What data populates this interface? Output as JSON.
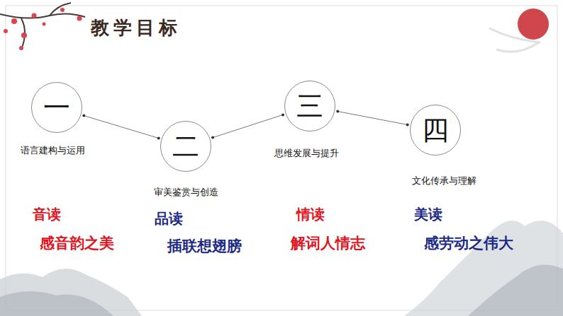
{
  "diagram": {
    "title": "教学目标",
    "nodes": [
      {
        "text": [
          "一",
          "语言建构与运用"
        ]
      },
      {
        "text": [
          "二",
          "审美鉴赏与创造"
        ]
      },
      {
        "text": [
          "三",
          "思维发展与提升"
        ]
      },
      {
        "text": [
          "四",
          "文化传承与理解"
        ]
      }
    ],
    "edges": [
      {
        "from": 0,
        "to": 1,
        "arrow": "none"
      },
      {
        "from": 1,
        "to": 2,
        "arrow": "none"
      },
      {
        "from": 2,
        "to": 3,
        "arrow": "none"
      }
    ],
    "labels": [
      "音读",
      "品读",
      "情读",
      "美读",
      "感音韵之美",
      "插联想翅膀",
      "解词人情志",
      "感劳动之伟大"
    ]
  }
}
